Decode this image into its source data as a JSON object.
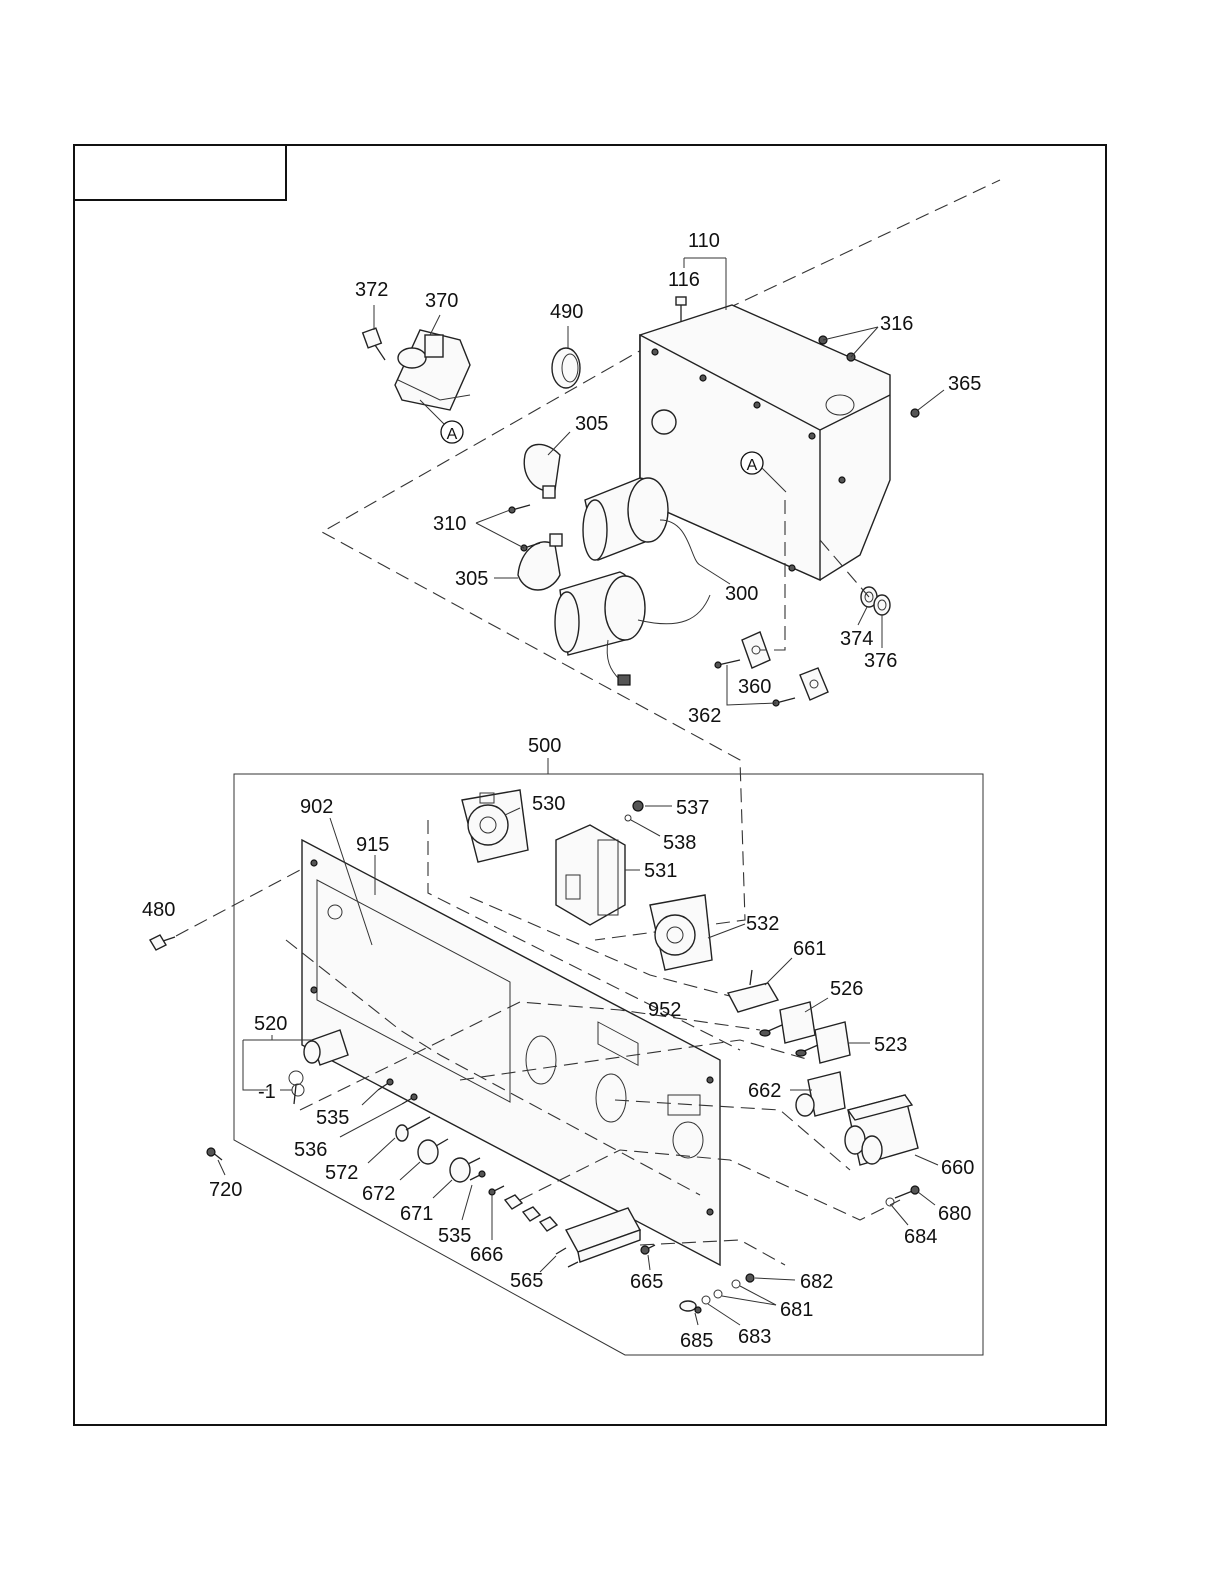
{
  "title_box": "",
  "labels": {
    "l110": "110",
    "l116": "116",
    "l316": "316",
    "l365": "365",
    "l372": "372",
    "l370": "370",
    "l490": "490",
    "l305a": "305",
    "l310": "310",
    "l305b": "305",
    "l300": "300",
    "l374": "374",
    "l376": "376",
    "l360": "360",
    "l362": "362",
    "lA1": "A",
    "lA2": "A",
    "l500": "500",
    "l902": "902",
    "l915": "915",
    "l530": "530",
    "l537": "537",
    "l538": "538",
    "l531": "531",
    "l532": "532",
    "l661": "661",
    "l480": "480",
    "l952": "952",
    "l526": "526",
    "l520": "520",
    "l523": "523",
    "lm1": "-1",
    "l662": "662",
    "l535a": "535",
    "l536": "536",
    "l572": "572",
    "l660": "660",
    "l672": "672",
    "l720": "720",
    "l671": "671",
    "l680": "680",
    "l535b": "535",
    "l666": "666",
    "l684": "684",
    "l565": "565",
    "l665": "665",
    "l682": "682",
    "l681": "681",
    "l683": "683",
    "l685": "685"
  }
}
